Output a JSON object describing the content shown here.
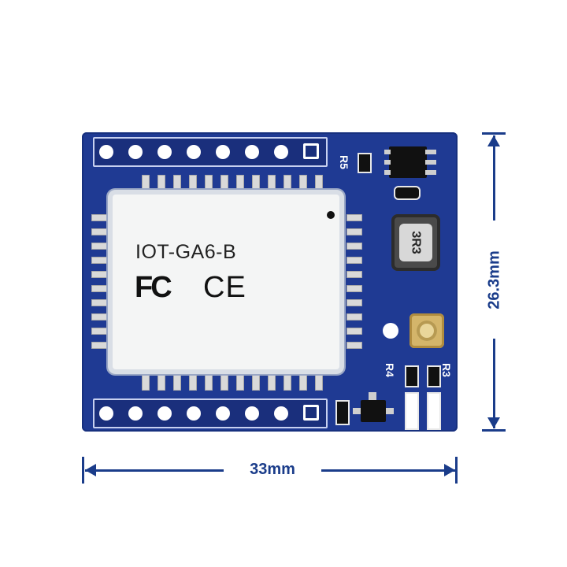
{
  "module": {
    "name": "IOT-GA6-B",
    "cert_fc": "FC",
    "cert_ce": "CE"
  },
  "silkscreen": {
    "r5": "R5",
    "r4": "R4",
    "r3": "R3"
  },
  "inductor_label": "3R3",
  "dimensions": {
    "width": "33mm",
    "height": "26.3mm"
  },
  "colors": {
    "pcb": "#1f3a93",
    "dimension": "#1a3c8a",
    "shield": "#f4f5f5"
  }
}
